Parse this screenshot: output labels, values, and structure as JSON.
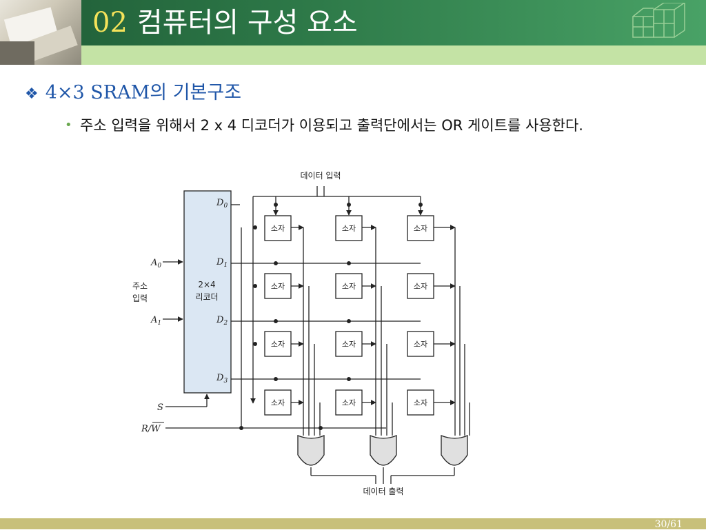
{
  "slide": {
    "number": "02",
    "title": "컴퓨터의 구성 요소"
  },
  "section": {
    "bullet": "❖",
    "heading": "4×3 SRAM의 기본구조"
  },
  "body": {
    "bullet": "•",
    "text": "주소 입력을 위해서 2 x 4 디코더가 이용되고 출력단에서는 OR 게이트를 사용한다."
  },
  "diagram": {
    "data_in": "데이터 입력",
    "data_out": "데이터 출력",
    "address_label_1": "주소",
    "address_label_2": "입력",
    "decoder_label_1": "2×4",
    "decoder_label_2": "리코더",
    "a0": "A",
    "a0_sub": "0",
    "a1": "A",
    "a1_sub": "1",
    "s": "S",
    "rw": "R/W",
    "d0": "D",
    "d0_sub": "0",
    "d1": "D",
    "d1_sub": "1",
    "d2": "D",
    "d2_sub": "2",
    "d3": "D",
    "d3_sub": "3",
    "cell_label": "소자"
  },
  "footer": {
    "page": "30/61"
  }
}
